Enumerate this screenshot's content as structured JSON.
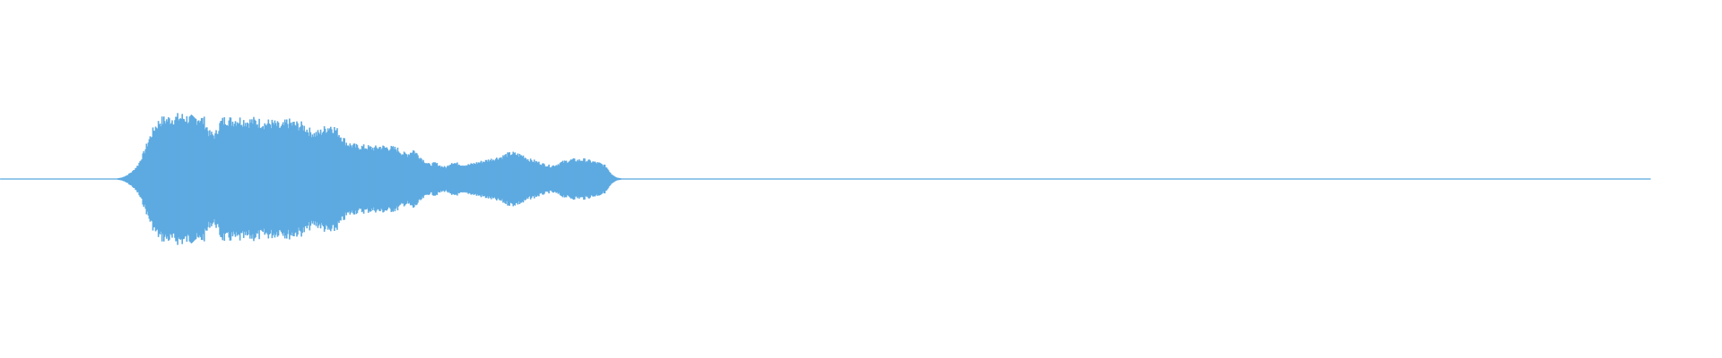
{
  "waveform": {
    "color": "#5DAAE1",
    "background": "#ffffff",
    "envelope": [
      0.004,
      0.004,
      0.004,
      0.004,
      0.004,
      0.004,
      0.004,
      0.004,
      0.004,
      0.004,
      0.004,
      0.004,
      0.004,
      0.004,
      0.004,
      0.004,
      0.004,
      0.004,
      0.004,
      0.004,
      0.005,
      0.006,
      0.02,
      0.06,
      0.12,
      0.22,
      0.4,
      0.62,
      0.8,
      0.9,
      0.92,
      0.93,
      0.95,
      0.96,
      0.94,
      0.92,
      0.95,
      0.9,
      0.7,
      0.68,
      0.88,
      0.93,
      0.9,
      0.92,
      0.91,
      0.89,
      0.9,
      0.88,
      0.86,
      0.87,
      0.85,
      0.8,
      0.88,
      0.86,
      0.84,
      0.82,
      0.75,
      0.7,
      0.72,
      0.78,
      0.82,
      0.76,
      0.65,
      0.55,
      0.52,
      0.5,
      0.5,
      0.49,
      0.48,
      0.5,
      0.49,
      0.48,
      0.47,
      0.4,
      0.38,
      0.45,
      0.36,
      0.28,
      0.22,
      0.25,
      0.2,
      0.18,
      0.26,
      0.24,
      0.22,
      0.22,
      0.24,
      0.26,
      0.28,
      0.3,
      0.32,
      0.34,
      0.38,
      0.4,
      0.38,
      0.36,
      0.3,
      0.28,
      0.25,
      0.22,
      0.2,
      0.22,
      0.26,
      0.28,
      0.3,
      0.29,
      0.3,
      0.28,
      0.26,
      0.24,
      0.2,
      0.08,
      0.02,
      0.006,
      0.005,
      0.004,
      0.004,
      0.004,
      0.004,
      0.004,
      0.004,
      0.004,
      0.004,
      0.004,
      0.004,
      0.004,
      0.004,
      0.004,
      0.004,
      0.004,
      0.004,
      0.004,
      0.004,
      0.004,
      0.004,
      0.004,
      0.004,
      0.004,
      0.004,
      0.004,
      0.004,
      0.004,
      0.004,
      0.004,
      0.004,
      0.004,
      0.004,
      0.004,
      0.004,
      0.004,
      0.004,
      0.004,
      0.004,
      0.004,
      0.004,
      0.004,
      0.004,
      0.004,
      0.004,
      0.004,
      0.004,
      0.004,
      0.004,
      0.004,
      0.004,
      0.004,
      0.004,
      0.004,
      0.004,
      0.004,
      0.004,
      0.004,
      0.004,
      0.004,
      0.004,
      0.004,
      0.004,
      0.004,
      0.004,
      0.004,
      0.004,
      0.004,
      0.004,
      0.004,
      0.004,
      0.004,
      0.004,
      0.004,
      0.004,
      0.004,
      0.004,
      0.004,
      0.004,
      0.004,
      0.004,
      0.004,
      0.004,
      0.004,
      0.004,
      0.004,
      0.004,
      0.004,
      0.004,
      0.004,
      0.004,
      0.004,
      0.004,
      0.004,
      0.004,
      0.004,
      0.004,
      0.004,
      0.004,
      0.004,
      0.004,
      0.004,
      0.004,
      0.004,
      0.004,
      0.004,
      0.004,
      0.004,
      0.004,
      0.004,
      0.004,
      0.004,
      0.004,
      0.004,
      0.004,
      0.004,
      0.004,
      0.004,
      0.004,
      0.004,
      0.004,
      0.004,
      0.004,
      0.004,
      0.004,
      0.004,
      0.004,
      0.004,
      0.004,
      0.004,
      0.004,
      0.004,
      0.004,
      0.004,
      0.004,
      0.004,
      0.004,
      0.004,
      0.004,
      0.004,
      0.004,
      0.004,
      0.004,
      0.004,
      0.004,
      0.004,
      0.004,
      0.004,
      0.004,
      0.004,
      0.004,
      0.004,
      0.004,
      0.004,
      0.004,
      0.004,
      0.004,
      0.004,
      0.004,
      0.004,
      0.004,
      0.004,
      0.004,
      0.004,
      0.004,
      0.004,
      0.004,
      0.004,
      0.004,
      0.004,
      0.004,
      0.004,
      0.004,
      0.004,
      0.004,
      0.004,
      0.004,
      0.004,
      0.004,
      0.004,
      0.004,
      0.004,
      0.004,
      0.004,
      0.004,
      0.004
    ]
  }
}
